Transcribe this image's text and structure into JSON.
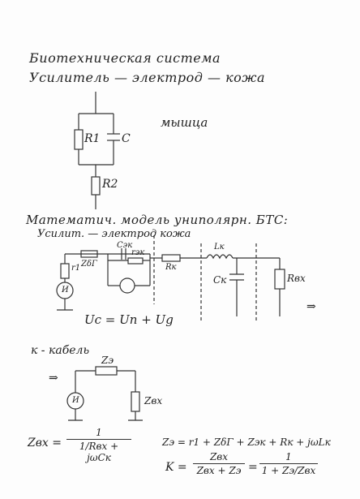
{
  "heading": {
    "line1": "Биотехническая система",
    "line2": "Усилитель — электрод — кожа"
  },
  "diagram1": {
    "r1": "R1",
    "c": "C",
    "r2": "R2",
    "note": "мышца"
  },
  "section2": {
    "title": "Математич. модель униполярн. БТС:",
    "subtitle": "Усилит. — электрод кожа",
    "labels": {
      "r1": "r1",
      "zdb": "ZδΓ",
      "cek": "Cэк",
      "rek": "rэк",
      "rk": "Rк",
      "lk": "Lк",
      "ck": "Cк",
      "rvx": "Rвх",
      "source": "И",
      "arrow": "⇒"
    },
    "equation": "Uc = Un + Ug"
  },
  "section3": {
    "title": "к - кабель",
    "arrow": "⇒",
    "labels": {
      "ze": "Zэ",
      "zvx": "Zвх",
      "source": "И"
    },
    "formula_zvx": {
      "lhs": "Zвх =",
      "num": "1",
      "den": "1/Rвх + jωCк"
    },
    "formula_ze": "Zэ = r1 + ZδΓ + Zэк + Rк + jωLк",
    "formula_k": {
      "lhs": "K =",
      "num1": "Zвх",
      "den1": "Zвх + Zэ",
      "eq": "=",
      "num2": "1",
      "den2": "1 + Zэ/Zвх"
    }
  }
}
